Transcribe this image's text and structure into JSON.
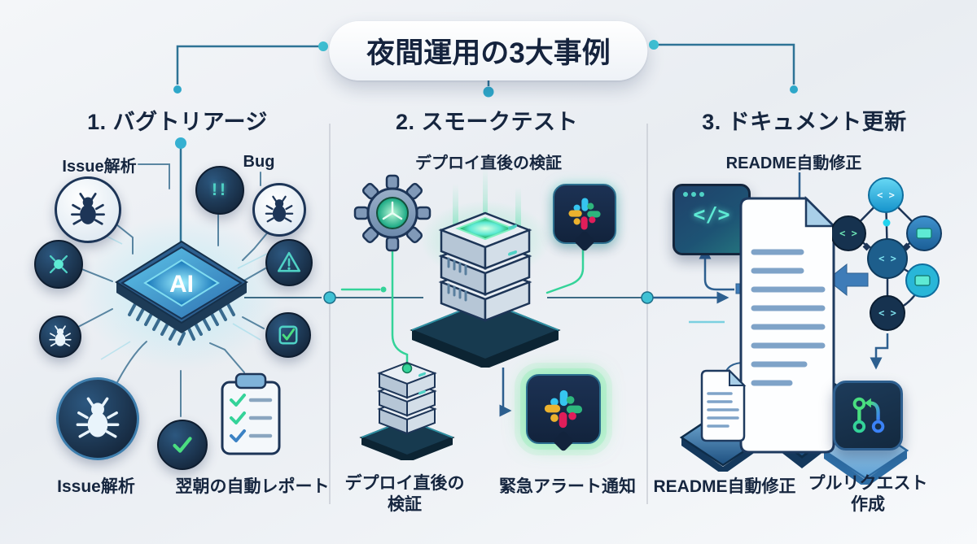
{
  "title": "夜間運用の3大事例",
  "columns": [
    {
      "header": "1. バグトリアージ",
      "label_issue_top": "Issue解析",
      "label_bug": "Bug",
      "label_issue_bottom": "Issue解析",
      "label_report": "翌朝の自動レポート"
    },
    {
      "header": "2. スモークテスト",
      "label_verify_top": "デプロイ直後の検証",
      "label_verify_bottom": "デプロイ直後の検証",
      "label_alert": "緊急アラート通知"
    },
    {
      "header": "3. ドキュメント更新",
      "label_readme_top": "README自動修正",
      "label_readme_bottom": "README自動修正",
      "label_pr": "プルリクエスト作成"
    }
  ],
  "chip": {
    "label": "AI"
  },
  "code_window": {
    "glyph": "</>"
  },
  "badges": {
    "exclamation": "!!"
  },
  "network": {
    "glyph": "< >"
  },
  "icons": [
    "ai-chip-icon",
    "bug-icon",
    "exclamation-icon",
    "warning-icon",
    "check-square-icon",
    "spark-icon",
    "check-icon",
    "clipboard-icon",
    "gear-icon",
    "server-stack-icon",
    "slack-icon",
    "code-window-icon",
    "document-icon",
    "network-graph-icon",
    "pull-request-icon"
  ],
  "colors": {
    "background": "#eef1f5",
    "text_navy": "#16263f",
    "accent_teal": "#3fc1d4",
    "accent_green": "#34d399",
    "circle_navy": "#1d3557",
    "arrow_blue": "#2d5f8f",
    "slack_blue": "#36C5F0",
    "slack_green": "#2EB67D",
    "slack_red": "#E01E5A",
    "slack_yellow": "#ECB22E"
  }
}
